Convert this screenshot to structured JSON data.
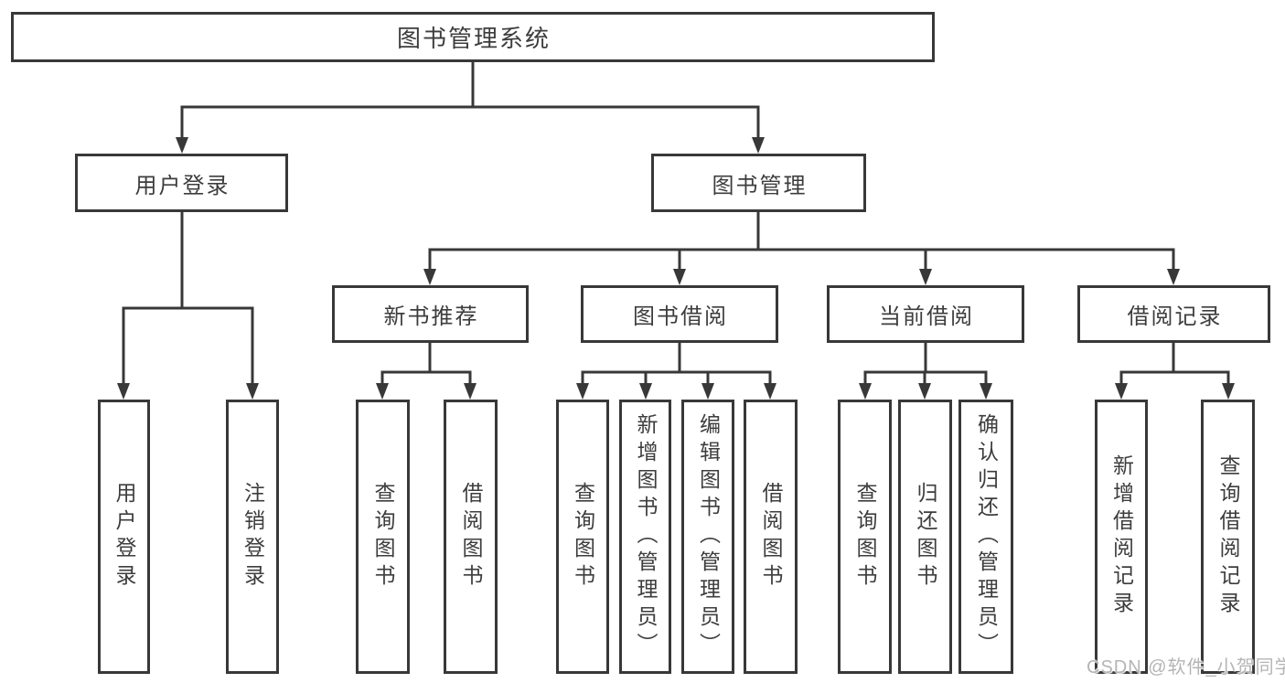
{
  "nodes": {
    "root": "图书管理系统",
    "user_login": "用户登录",
    "book_mgmt": "图书管理",
    "new_books": "新书推荐",
    "book_borrow": "图书借阅",
    "current_borrow": "当前借阅",
    "borrow_records": "借阅记录",
    "leaf_user_login": "用户登录",
    "leaf_logout": "注销登录",
    "leaf_nb_search": "查询图书",
    "leaf_nb_borrow": "借阅图书",
    "leaf_bb_search": "查询图书",
    "leaf_bb_add": "新增图书（管理员）",
    "leaf_bb_edit": "编辑图书（管理员）",
    "leaf_bb_borrow": "借阅图书",
    "leaf_cb_search": "查询图书",
    "leaf_cb_return": "归还图书",
    "leaf_cb_confirm": "确认归还（管理员）",
    "leaf_br_add": "新增借阅记录",
    "leaf_br_search": "查询借阅记录"
  },
  "hierarchy": {
    "图书管理系统": {
      "用户登录": [
        "用户登录",
        "注销登录"
      ],
      "图书管理": {
        "新书推荐": [
          "查询图书",
          "借阅图书"
        ],
        "图书借阅": [
          "查询图书",
          "新增图书（管理员）",
          "编辑图书（管理员）",
          "借阅图书"
        ],
        "当前借阅": [
          "查询图书",
          "归还图书",
          "确认归还（管理员）"
        ],
        "借阅记录": [
          "新增借阅记录",
          "查询借阅记录"
        ]
      }
    }
  },
  "watermark": "CSDN @软件_小贺同学",
  "colors": {
    "line": "#383838",
    "text": "#3d3d3d",
    "background": "#ffffff",
    "watermark": "#b5b5b5"
  }
}
